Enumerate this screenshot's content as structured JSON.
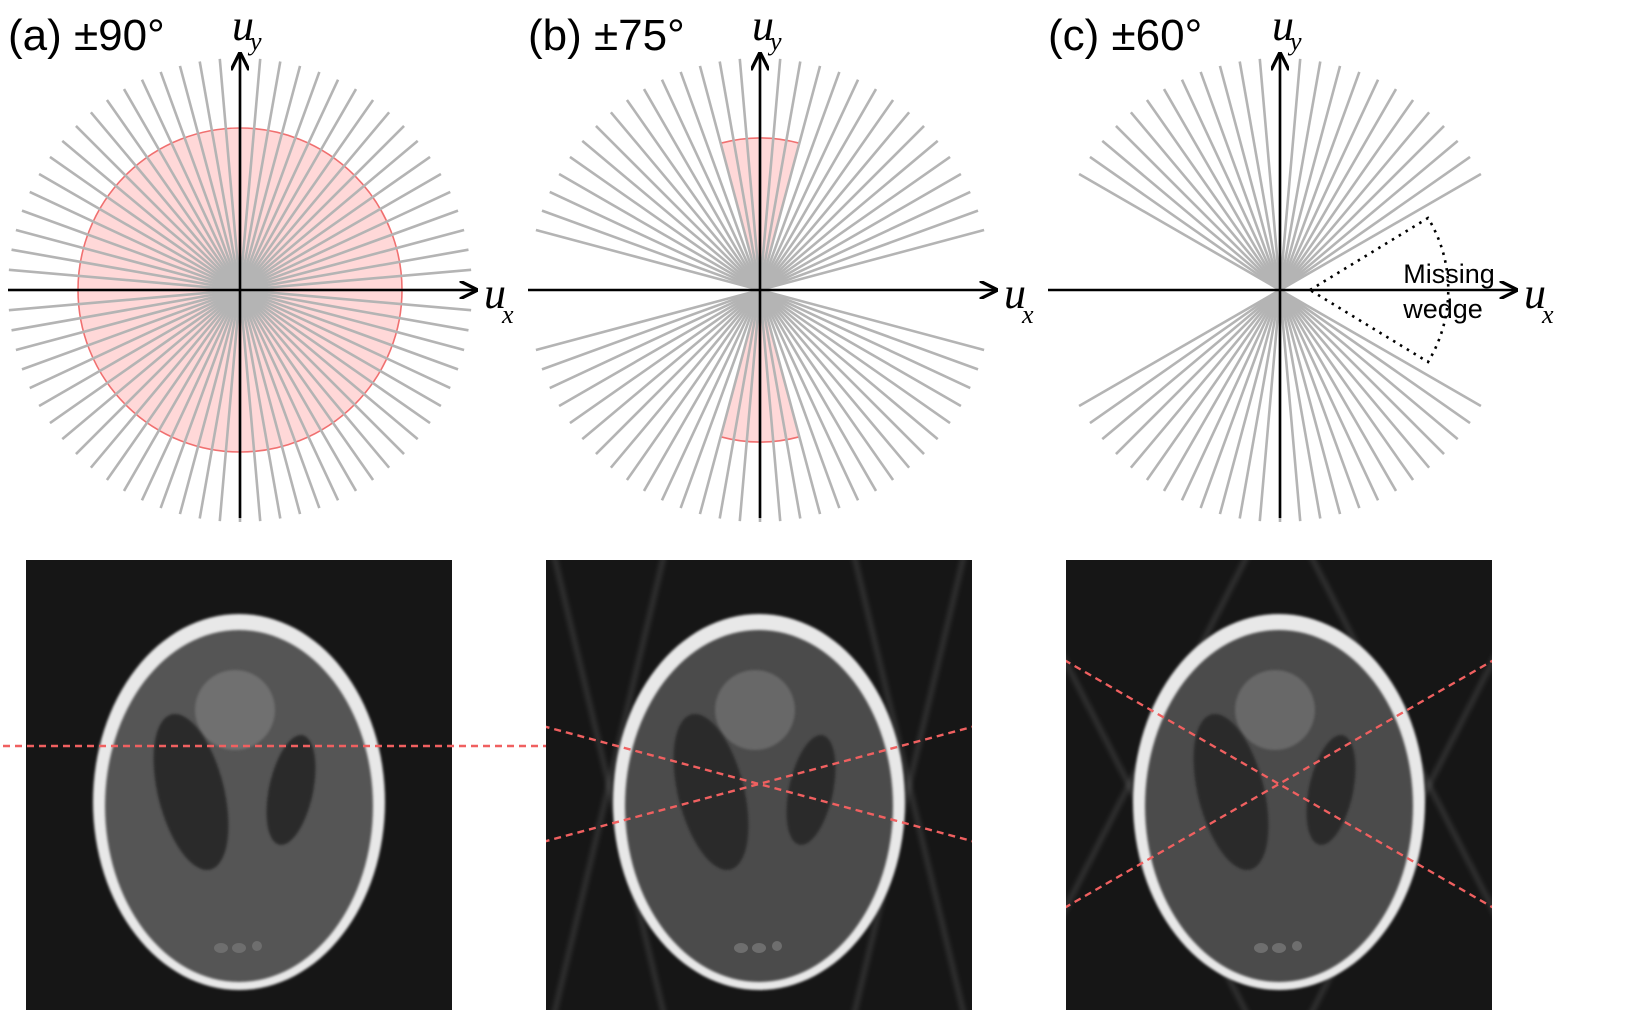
{
  "panels": [
    {
      "id": "a",
      "label": "(a) ±90°",
      "tilt_range_deg": 90,
      "x_axis": {
        "main": "u",
        "sub": "x"
      },
      "y_axis": {
        "main": "u",
        "sub": "y"
      }
    },
    {
      "id": "b",
      "label": "(b) ±75°",
      "tilt_range_deg": 75,
      "x_axis": {
        "main": "u",
        "sub": "x"
      },
      "y_axis": {
        "main": "u",
        "sub": "y"
      }
    },
    {
      "id": "c",
      "label": "(c) ±60°",
      "tilt_range_deg": 60,
      "x_axis": {
        "main": "u",
        "sub": "x"
      },
      "y_axis": {
        "main": "u",
        "sub": "y"
      },
      "annotation": [
        "Missing",
        "wedge"
      ]
    }
  ],
  "colors": {
    "spoke": "#b4b4b4",
    "coverage_fill": "#ffd8d8",
    "coverage_edge": "#f07070",
    "artifact_line": "#f06060",
    "axis": "#000000",
    "recon_background": "#161616"
  },
  "reconstructions": [
    {
      "panel": "a",
      "artifact_angles_deg": [
        0
      ]
    },
    {
      "panel": "b",
      "artifact_angles_deg": [
        15,
        -15
      ]
    },
    {
      "panel": "c",
      "artifact_angles_deg": [
        30,
        -30
      ]
    }
  ]
}
